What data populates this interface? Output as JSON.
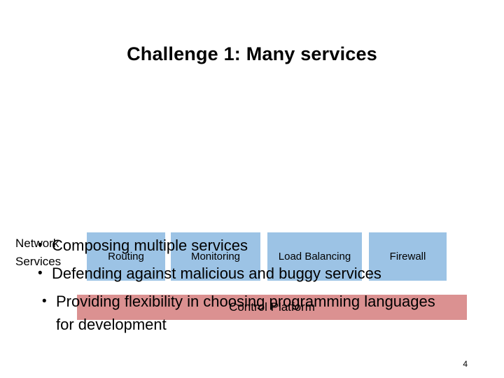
{
  "slide": {
    "title": "Challenge 1: Many services",
    "page_number": "4",
    "background_color": "#FFFFFF"
  },
  "diagram": {
    "row_label": "Network Services",
    "service_box_color": "#9CC3E5",
    "platform_color": "#DB9191",
    "services": [
      {
        "label": "Routing"
      },
      {
        "label": "Monitoring"
      },
      {
        "label": "Load Balancing"
      },
      {
        "label": "Firewall"
      }
    ],
    "platform": {
      "label": "Control Platform"
    }
  },
  "bullets": [
    {
      "text": "Composing multiple services",
      "marker": "•"
    },
    {
      "text": "Defending against malicious and buggy services",
      "marker": "•"
    },
    {
      "text": "Providing flexibility in choosing programming languages for development",
      "marker": "•"
    }
  ]
}
